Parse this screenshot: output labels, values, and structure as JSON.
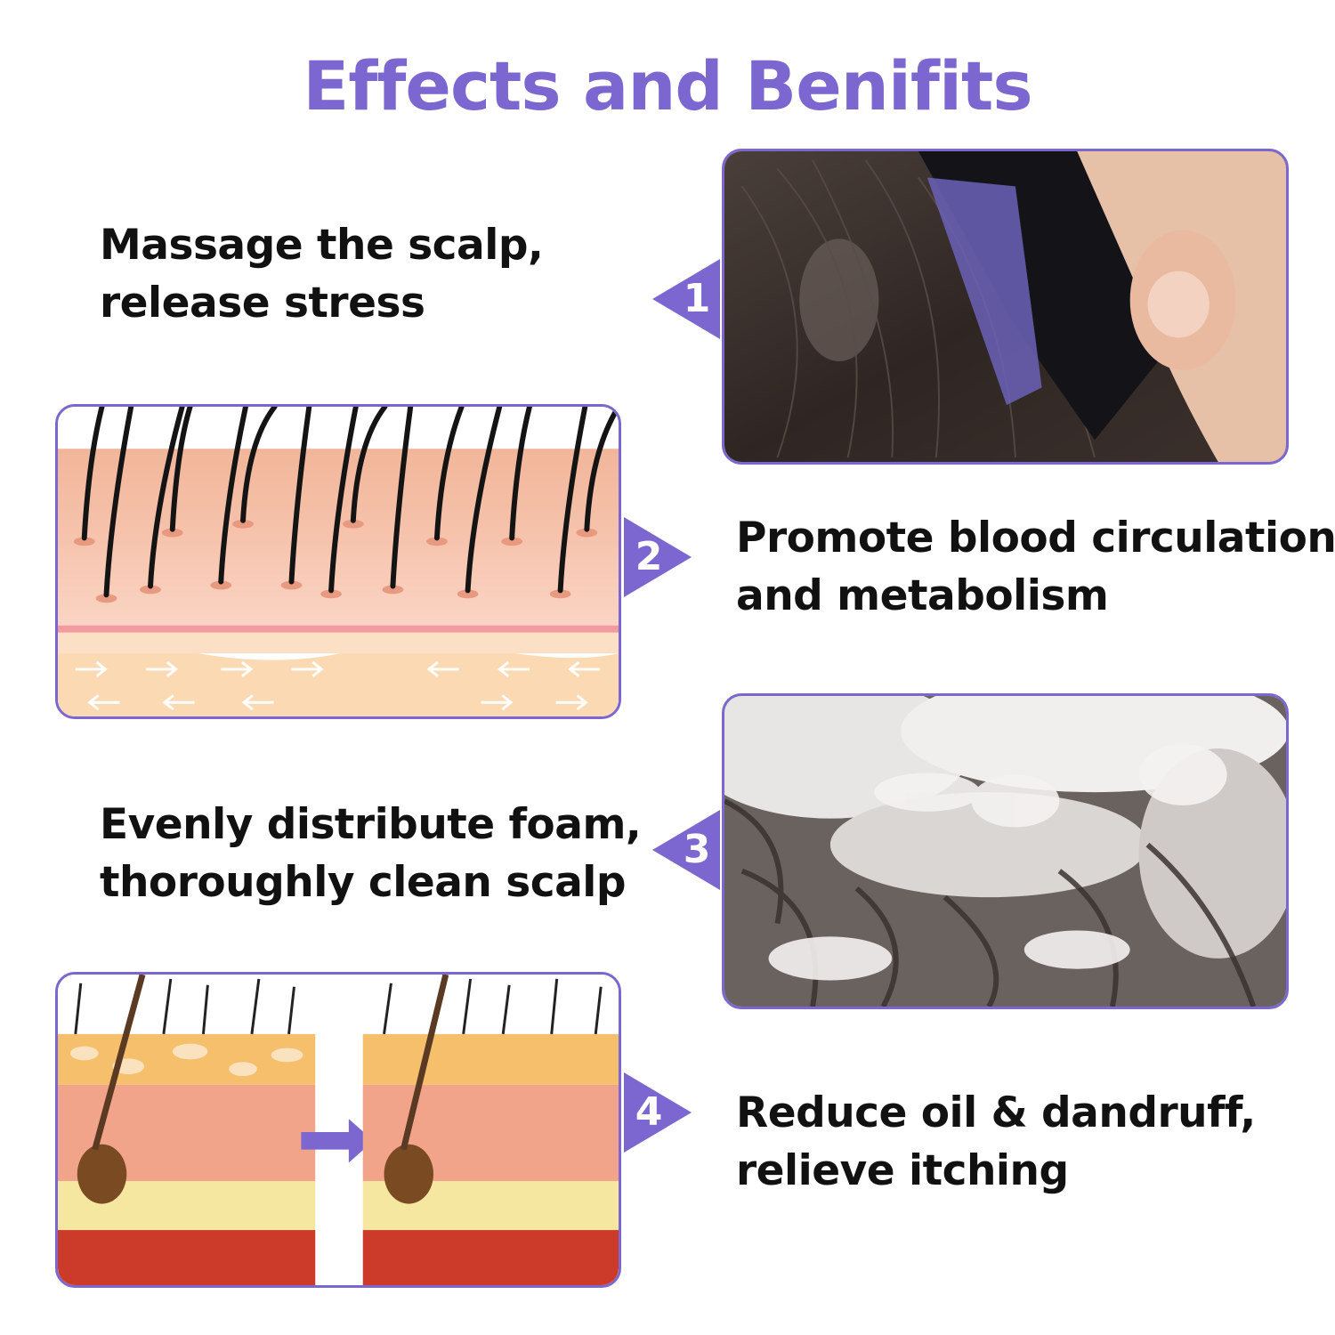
{
  "title": "Effects and Benifits",
  "features": [
    {
      "num": "1",
      "line1": "Massage the scalp,",
      "line2": "release stress"
    },
    {
      "num": "2",
      "line1": "Promote blood circulation",
      "line2": "and metabolism"
    },
    {
      "num": "3",
      "line1": "Evenly distribute foam,",
      "line2": "thoroughly clean scalp"
    },
    {
      "num": "4",
      "line1": "Reduce oil & dandruff,",
      "line2": "relieve itching"
    }
  ],
  "colors": {
    "accent": "#7b67cf",
    "text": "#111111"
  }
}
